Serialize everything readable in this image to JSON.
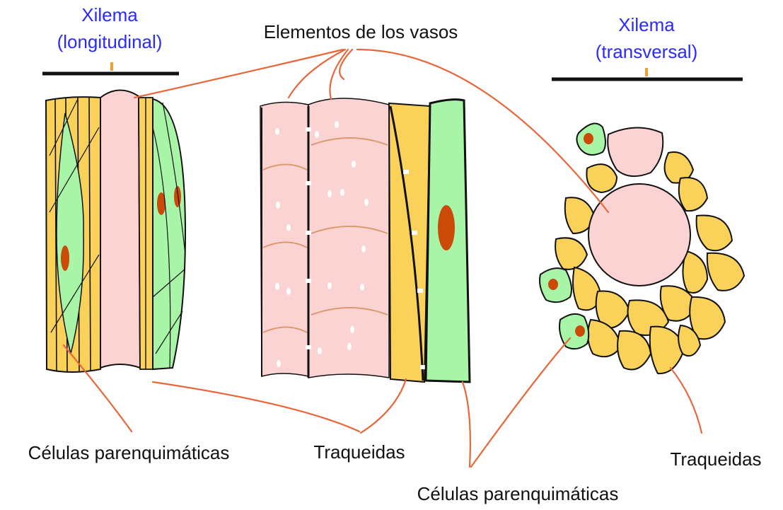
{
  "title_longitudinal_line1": "Xilema",
  "title_longitudinal_line2": "(longitudinal)",
  "title_transversal_line1": "Xilema",
  "title_transversal_line2": "(transversal)",
  "label_vessel_elements": "Elementos de los vasos",
  "label_parenchyma_left": "Células parenquimáticas",
  "label_tracheids_center": "Traqueidas",
  "label_tracheids_right": "Traqueidas",
  "label_parenchyma_bottom": "Células parenquimáticas",
  "colors": {
    "vessel": "#fcd3d3",
    "tracheid": "#fad25a",
    "parenchyma": "#a8f5a8",
    "nucleus": "#cc4a08",
    "leader": "#e8673a",
    "title": "#2a2aff",
    "scale_tick": "#f0a030"
  }
}
